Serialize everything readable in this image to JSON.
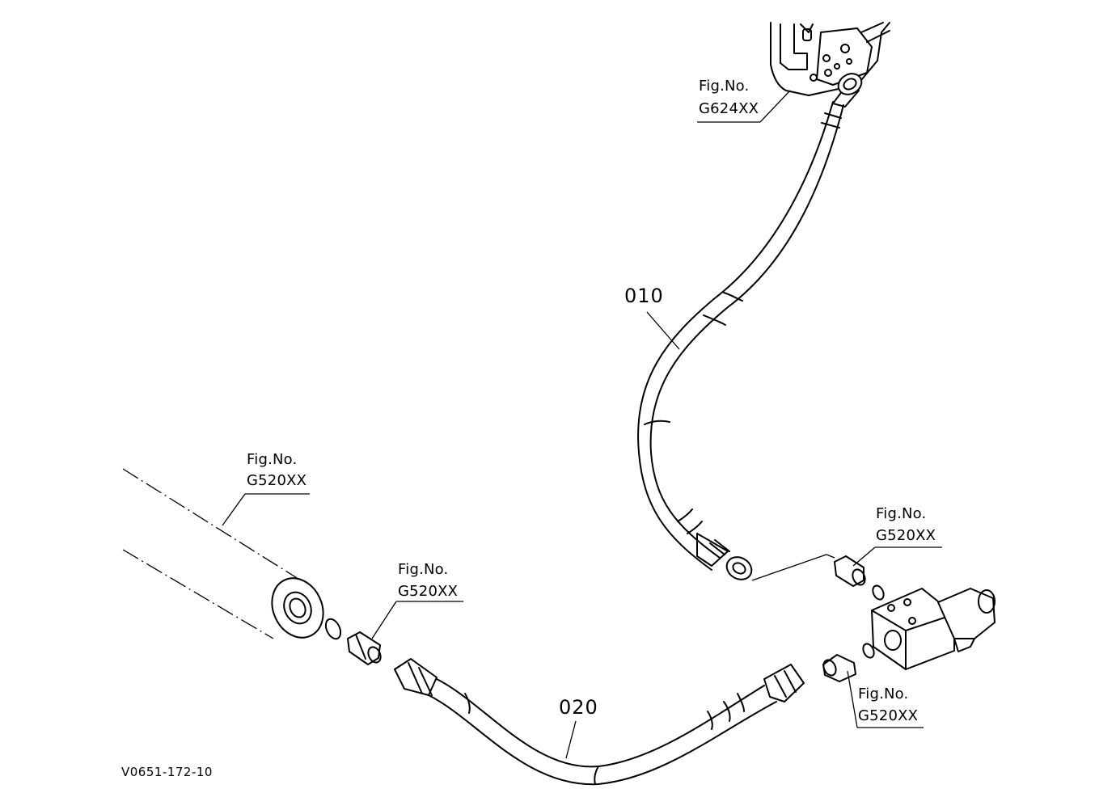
{
  "drawing": {
    "code": "V0651-172-10",
    "parts": [
      {
        "id": "part-010",
        "number": "010"
      },
      {
        "id": "part-020",
        "number": "020"
      }
    ],
    "references": [
      {
        "id": "ref-g624-top",
        "line1": "Fig.No.",
        "line2": "G624XX"
      },
      {
        "id": "ref-g520-cylinder",
        "line1": "Fig.No.",
        "line2": "G520XX"
      },
      {
        "id": "ref-g520-left-fitting",
        "line1": "Fig.No.",
        "line2": "G520XX"
      },
      {
        "id": "ref-g520-upper-right",
        "line1": "Fig.No.",
        "line2": "G520XX"
      },
      {
        "id": "ref-g520-lower-right",
        "line1": "Fig.No.",
        "line2": "G520XX"
      }
    ]
  }
}
